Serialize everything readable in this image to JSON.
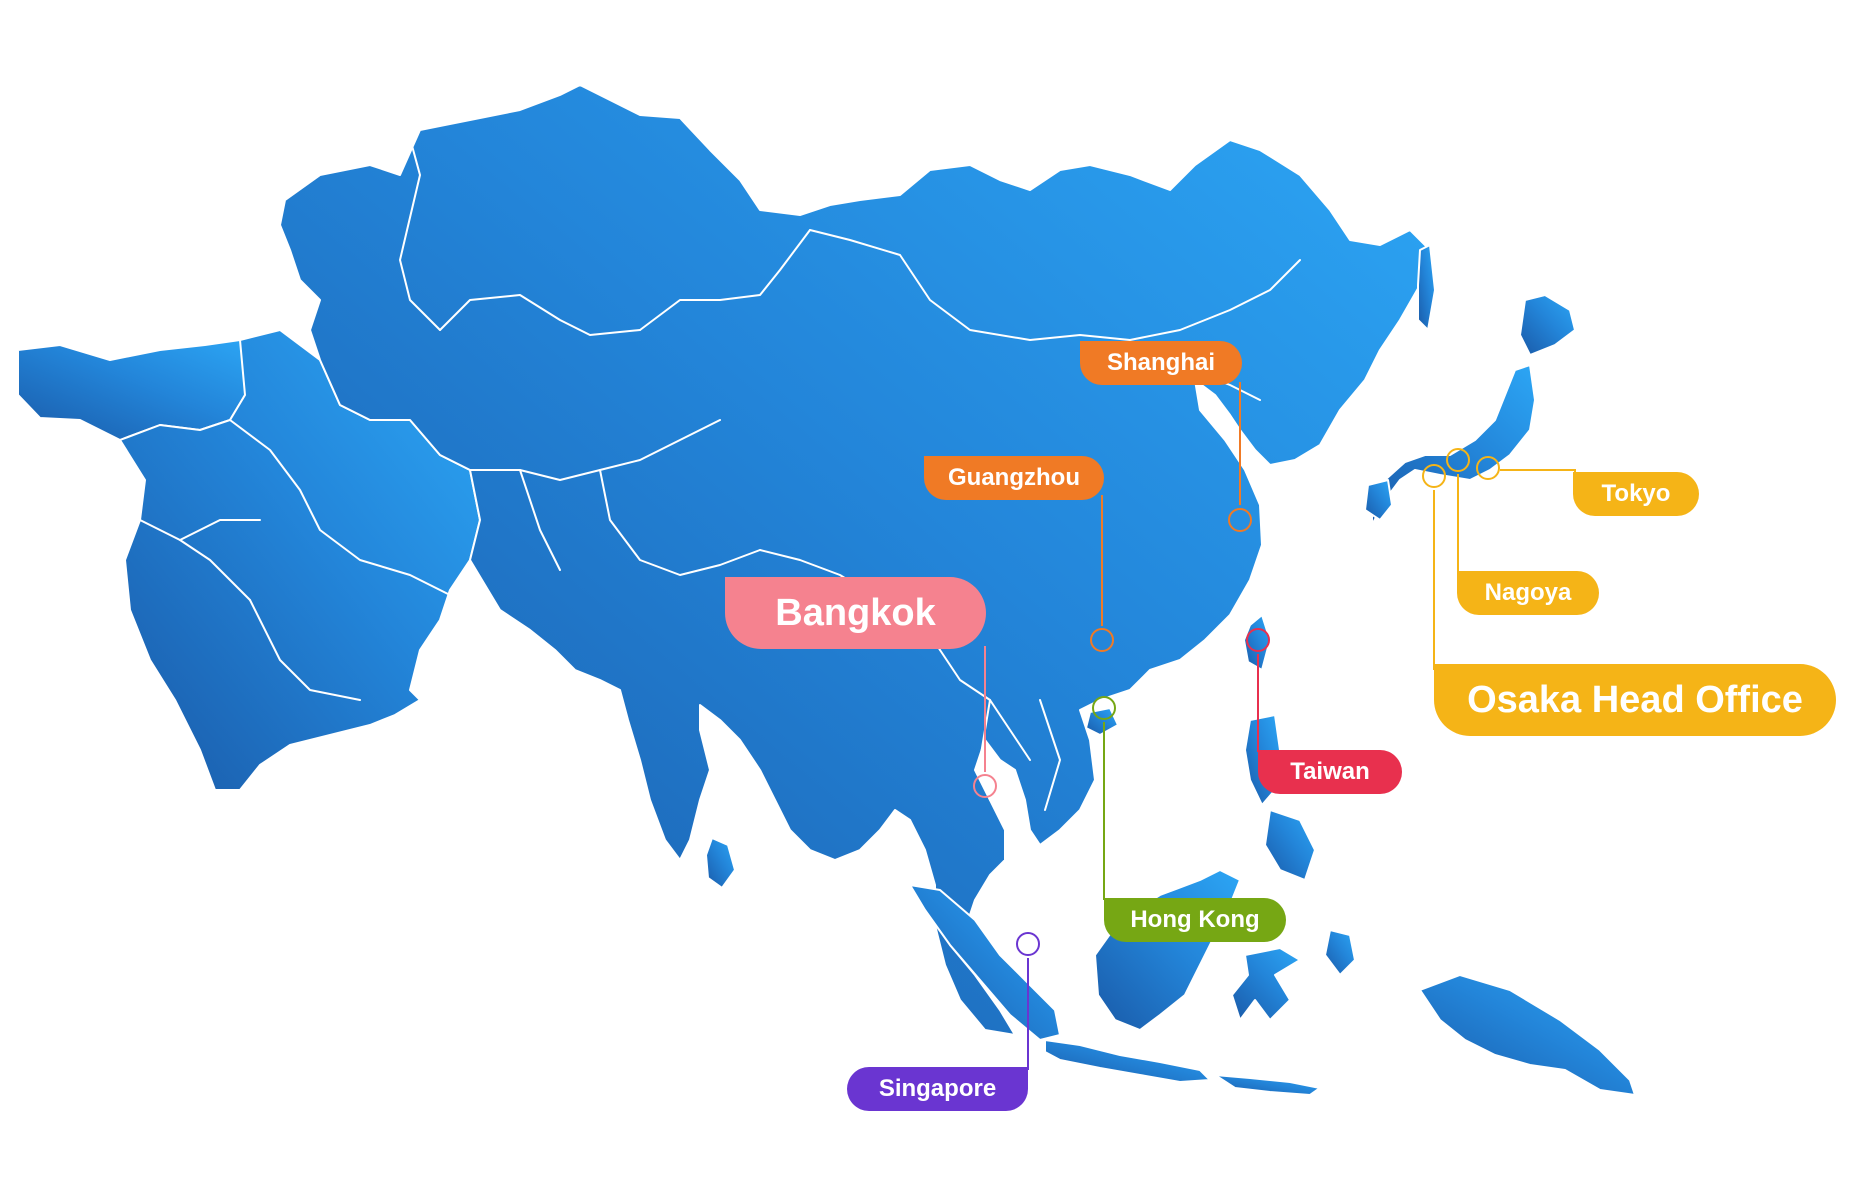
{
  "colors": {
    "land_dark": "#1b5fb0",
    "land_light": "#2b9ff0",
    "border": "#ffffff",
    "orange": "#f07a25",
    "pink": "#f5828f",
    "gold": "#f5b417",
    "red": "#e8304e",
    "green": "#76a714",
    "purple": "#6a35d1"
  },
  "offices": [
    {
      "id": "shanghai",
      "label": "Shanghai",
      "color": "#f07a25"
    },
    {
      "id": "guangzhou",
      "label": "Guangzhou",
      "color": "#f07a25"
    },
    {
      "id": "bangkok",
      "label": "Bangkok",
      "color": "#f5828f"
    },
    {
      "id": "tokyo",
      "label": "Tokyo",
      "color": "#f5b417"
    },
    {
      "id": "nagoya",
      "label": "Nagoya",
      "color": "#f5b417"
    },
    {
      "id": "osaka",
      "label": "Osaka Head Office",
      "color": "#f5b417"
    },
    {
      "id": "taiwan",
      "label": "Taiwan",
      "color": "#e8304e"
    },
    {
      "id": "hongkong",
      "label": "Hong Kong",
      "color": "#76a714"
    },
    {
      "id": "singapore",
      "label": "Singapore",
      "color": "#6a35d1"
    }
  ]
}
